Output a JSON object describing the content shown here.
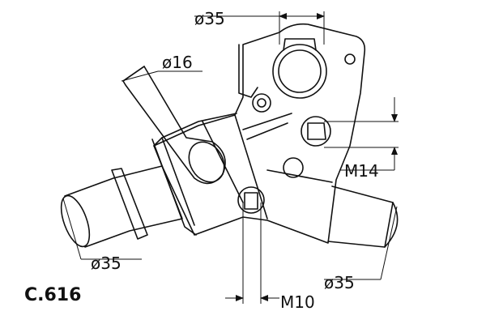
{
  "part_code": "C.616",
  "dimensions": {
    "top_outlet": "ø35",
    "hose_small": "ø16",
    "thread_upper": "M14",
    "left_outlet": "ø35",
    "right_outlet": "ø35",
    "thread_lower": "M10"
  },
  "colors": {
    "line": "#111111",
    "background": "#ffffff"
  }
}
